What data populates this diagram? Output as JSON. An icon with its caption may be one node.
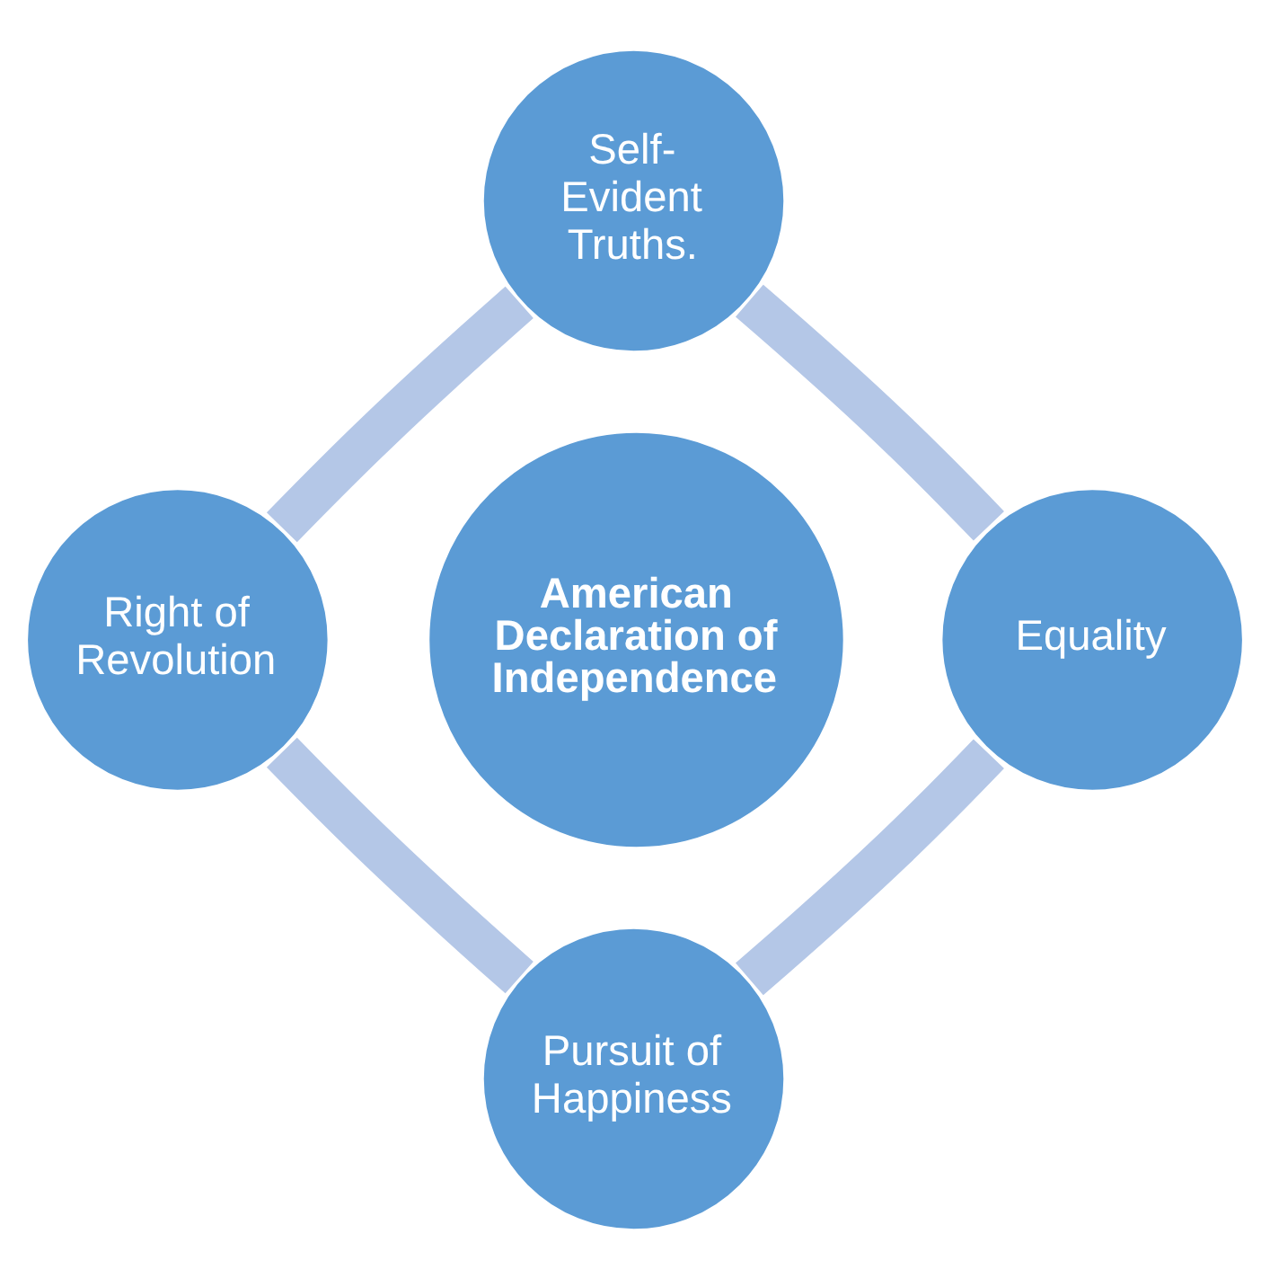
{
  "diagram": {
    "nodes": [
      {
        "text": [
          "Self- Evident Truths."
        ]
      },
      {
        "text": [
          "Right of Revolution"
        ]
      },
      {
        "text": [
          "American Declaration of Independence"
        ]
      },
      {
        "text": [
          "Equality"
        ]
      },
      {
        "text": [
          "Pursuit of Happiness"
        ]
      }
    ],
    "edges": [
      {
        "from": 0,
        "to": 3,
        "arrow": "none"
      },
      {
        "from": 3,
        "to": 4,
        "arrow": "none"
      },
      {
        "from": 1,
        "to": 4,
        "arrow": "none"
      },
      {
        "from": 0,
        "to": 1,
        "arrow": "none"
      }
    ]
  }
}
